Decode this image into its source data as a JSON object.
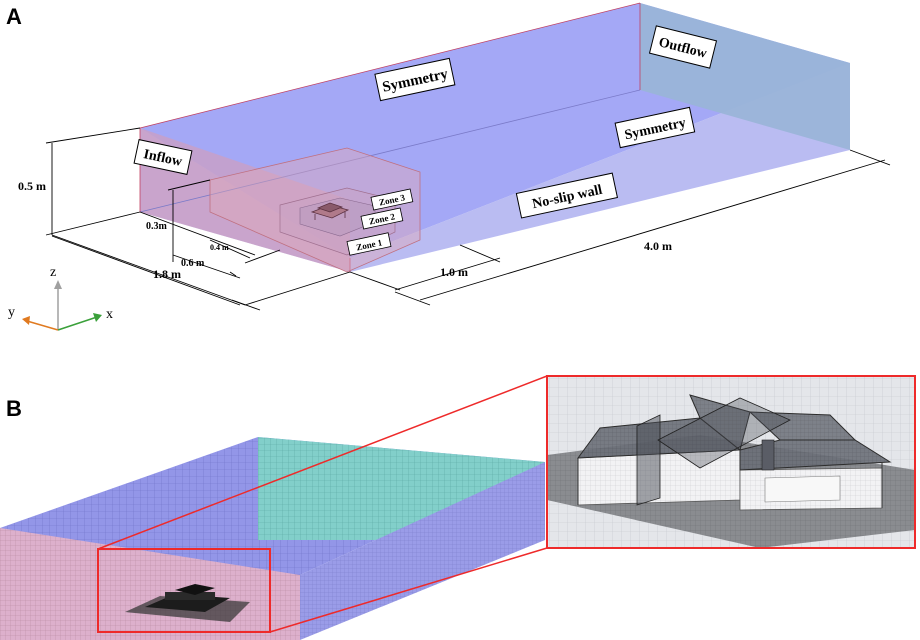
{
  "panels": {
    "a": {
      "letter": "A"
    },
    "b": {
      "letter": "B"
    }
  },
  "boundary_labels": {
    "symmetry_top": "Symmetry",
    "symmetry_side": "Symmetry",
    "outflow": "Outflow",
    "inflow": "Inflow",
    "no_slip_wall": "No-slip wall"
  },
  "zones": {
    "zone1": "Zone 1",
    "zone2": "Zone 2",
    "zone3": "Zone 3"
  },
  "dimensions": {
    "height_domain": "0.5 m",
    "height_zone": "0.3m",
    "zone_width_small": "0.4 m",
    "zone_width_mid": "0.6 m",
    "domain_width": "1.8 m",
    "upstream_length": "1.0 m",
    "downstream_length": "4.0 m"
  },
  "axes": {
    "z": "z",
    "y": "y",
    "x": "x",
    "colors": {
      "z": "#a0a0a0",
      "y": "#e07a20",
      "x": "#3aa03a"
    }
  },
  "colors": {
    "top_face": "#9a9ef5",
    "back_face": "#a8acf2",
    "inflow_face": "#c8a0c8",
    "outflow_face": "#9ab4d8",
    "zoom_frame": "#ee2a2a",
    "mesh_blue": "#8f92e6",
    "mesh_teal": "#7ecdc8",
    "mesh_pink": "#d9a9c9"
  }
}
